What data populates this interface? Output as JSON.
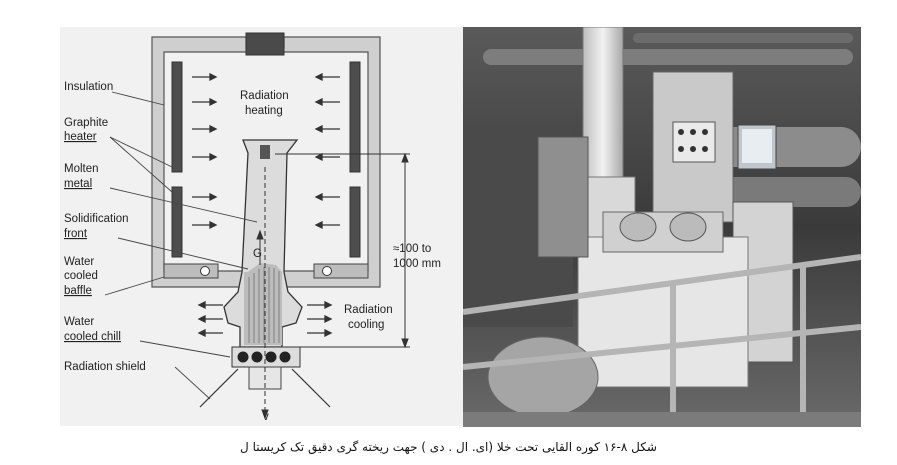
{
  "diagram": {
    "labels": {
      "insulation": "Insulation",
      "graphite_1": "Graphite",
      "graphite_2": "heater",
      "molten_1": "Molten",
      "molten_2": "metal",
      "solid_1": "Solidification",
      "solid_2": "front",
      "water_baffle_1": "Water",
      "water_baffle_2": "cooled",
      "water_baffle_3": "baffle",
      "water_chill_1": "Water",
      "water_chill_2": "cooled chill",
      "radiation_shield": "Radiation shield",
      "radiation_heating_1": "Radiation",
      "radiation_heating_2": "heating",
      "radiation_cooling_1": "Radiation",
      "radiation_cooling_2": "cooling",
      "dimension_1": "≈100 to",
      "dimension_2": "1000 mm",
      "gradient": "G",
      "velocity": "v"
    }
  },
  "caption": "شکل ۸-۱۶ کوره القایی تحت خلا (ای. ال . دی ) جهت ریخته گری دقیق تک کریستا ل"
}
